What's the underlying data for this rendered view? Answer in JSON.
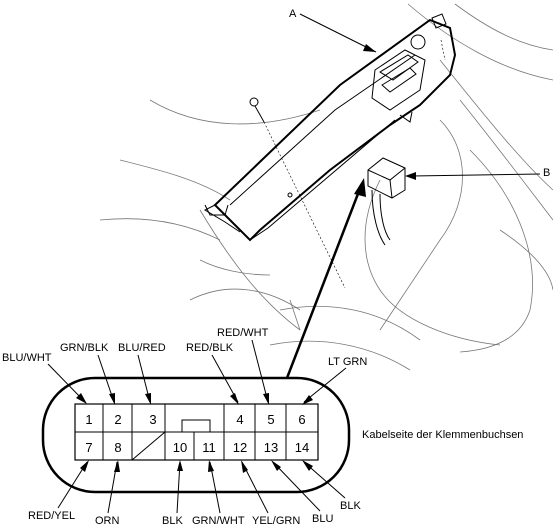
{
  "callouts": {
    "a": "A",
    "b": "B"
  },
  "connector_face_label": "Kabelseite der Klemmenbuchsen",
  "pins": [
    "1",
    "2",
    "3",
    "4",
    "5",
    "6",
    "7",
    "8",
    "10",
    "11",
    "12",
    "13",
    "14"
  ],
  "wire_labels": {
    "pin1": "BLU/WHT",
    "pin2": "GRN/BLK",
    "pin3": "BLU/RED",
    "pin4": "RED/BLK",
    "pin5": "RED/WHT",
    "pin6": "LT GRN",
    "pin7": "RED/YEL",
    "pin8": "ORN",
    "pin10": "BLK",
    "pin11": "GRN/WHT",
    "pin12": "YEL/GRN",
    "pin13": "BLU",
    "pin14": "BLK"
  }
}
